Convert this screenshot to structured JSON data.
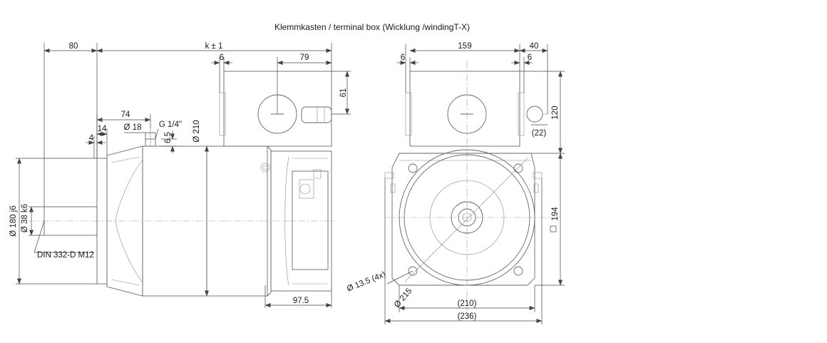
{
  "title": "Klemmkasten / terminal box (Wicklung /windingT-X)",
  "side_view": {
    "dim_80": "80",
    "dim_k": "k ± 1",
    "dim_6_left": "6",
    "dim_79": "79",
    "dim_61": "61",
    "dim_74": "74",
    "dim_14": "14",
    "dim_4": "4",
    "dim_d18": "Ø 18",
    "dim_g14": "G 1/4\"",
    "dim_6_5": "6.5",
    "dim_d210": "Ø 210",
    "dim_d180": "Ø 180 j6",
    "dim_d38": "Ø 38 k6",
    "din": "DIN 332-D M12",
    "dim_97_5": "97.5"
  },
  "front_view": {
    "dim_6_a": "6",
    "dim_159": "159",
    "dim_40": "40",
    "dim_6_b": "6",
    "dim_120": "120",
    "dim_22": "(22)",
    "dim_194": "194",
    "dim_holes": "Ø 13.5 (4x)",
    "dim_d215": "Ø 215",
    "dim_210": "(210)",
    "dim_236": "(236)"
  }
}
